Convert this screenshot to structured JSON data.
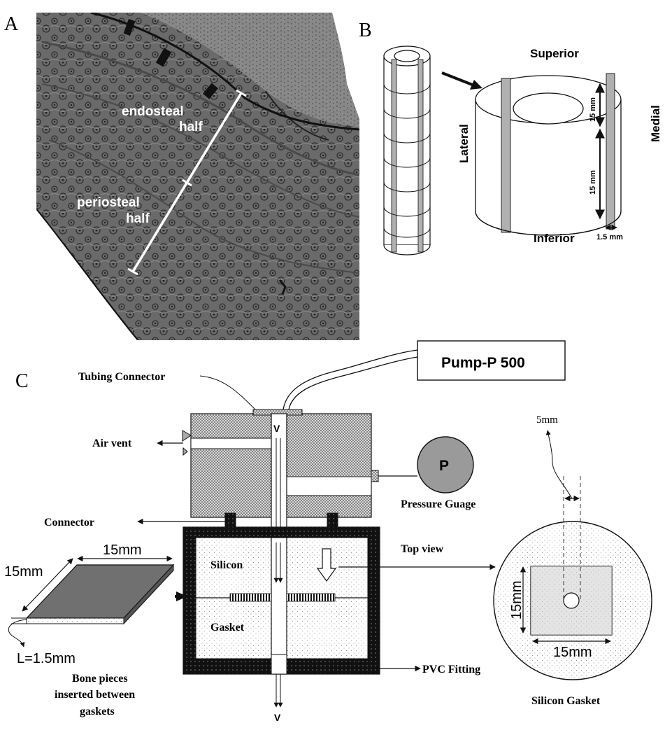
{
  "panels": {
    "a": {
      "letter": "A",
      "endosteal_label_line1": "endosteal",
      "endosteal_label_line2": "half",
      "periosteal_label_line1": "periosteal",
      "periosteal_label_line2": "half"
    },
    "b": {
      "letter": "B",
      "superior": "Superior",
      "inferior": "Inferior",
      "lateral": "Lateral",
      "medial": "Medial",
      "dim_upper": "15 mm",
      "dim_lower": "15 mm",
      "dim_thickness": "1.5 mm"
    },
    "c": {
      "letter": "C",
      "pump": "Pump-P 500",
      "tubing_connector": "Tubing Connector",
      "air_vent": "Air vent",
      "connector": "Connector",
      "pressure_symbol": "P",
      "pressure_gauge": "Pressure Guage",
      "top_view": "Top view",
      "silicon": "Silicon",
      "gasket": "Gasket",
      "pvc_fitting": "PVC Fitting",
      "flow_top": "V",
      "flow_bottom": "V",
      "piece_top_dim": "15mm",
      "piece_side_dim": "15mm",
      "piece_thickness": "L=1.5mm",
      "caption_line1": "Bone pieces",
      "caption_line2": "inserted between",
      "caption_line3": "gaskets",
      "hole_dim": "5mm",
      "square_side_dim": "15mm",
      "square_bottom_dim": "15mm",
      "gasket_caption": "Silicon Gasket"
    }
  },
  "colors": {
    "micrograph_dark": "#3a3a3a",
    "micrograph_mid": "#7a7a7a",
    "bone_strip": "#b0b0b0",
    "gauge_fill": "#9a9a9a",
    "piece_fill": "#707070",
    "stipple": "#555555"
  }
}
